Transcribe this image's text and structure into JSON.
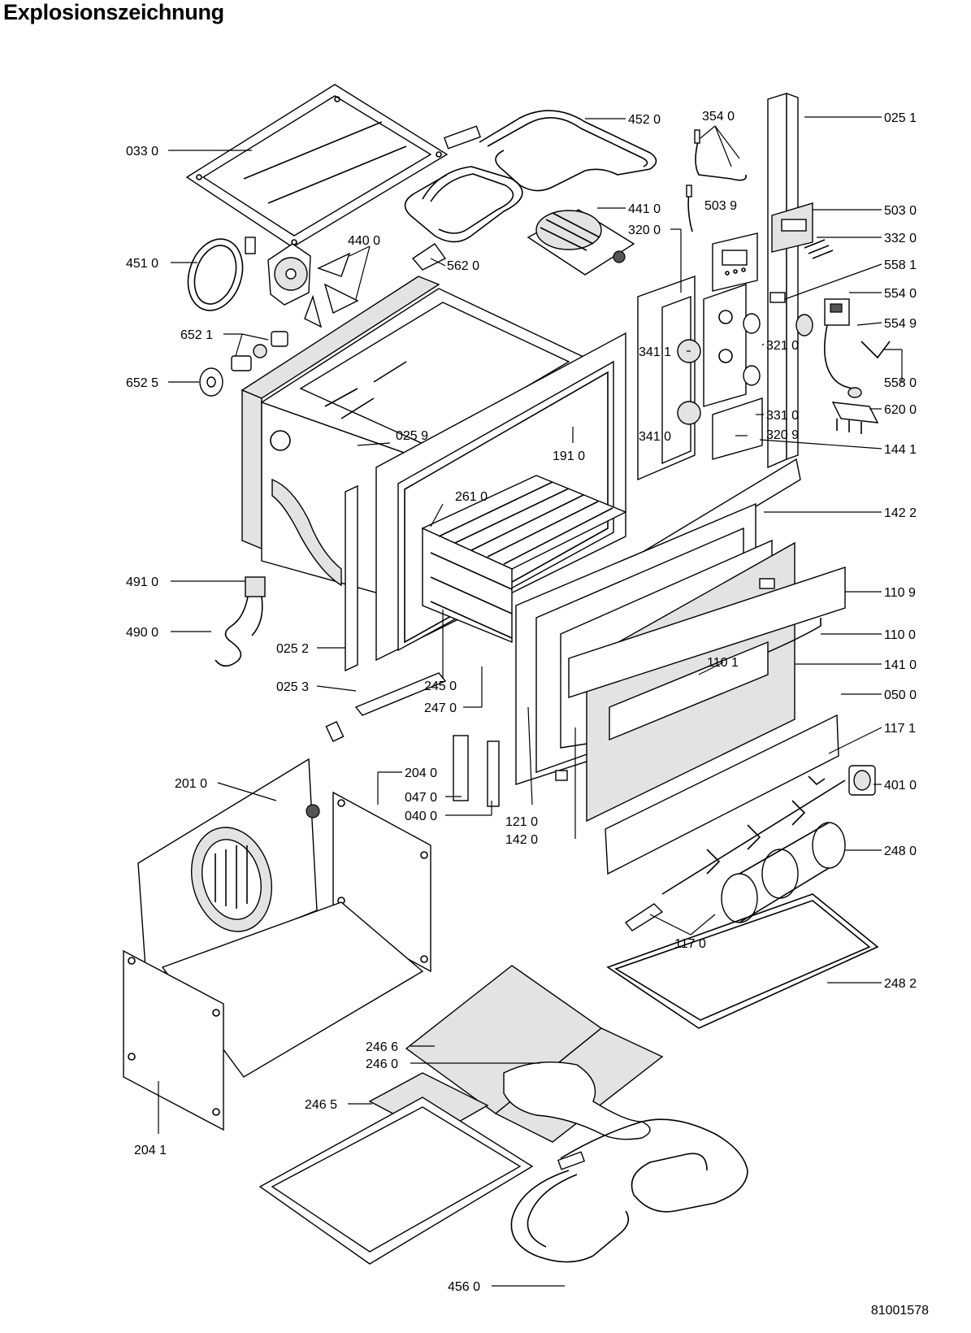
{
  "title": "Explosionszeichnung",
  "document_number": "81001578",
  "part_labels": {
    "p0330": "033 0",
    "p4520": "452 0",
    "p3540": "354 0",
    "p0251": "025 1",
    "p4410": "441 0",
    "p5039": "503 9",
    "p5030": "503 0",
    "p3200": "320 0",
    "p3320": "332 0",
    "p4400": "440 0",
    "p4510": "451 0",
    "p5620": "562 0",
    "p5581": "558 1",
    "p5540": "554 0",
    "p6521": "652 1",
    "p5549": "554 9",
    "p3210": "321 0",
    "p3411": "341 1",
    "p5580": "558 0",
    "p6525": "652 5",
    "p3310": "331 0",
    "p6200": "620 0",
    "p0259": "025 9",
    "p3410": "341 0",
    "p3209": "320 9",
    "p1910": "191 0",
    "p1441": "144 1",
    "p2610": "261 0",
    "p1422": "142 2",
    "p4910": "491 0",
    "p1109": "110 9",
    "p4900": "490 0",
    "p1100": "110 0",
    "p1101": "110 1",
    "p0252": "025 2",
    "p1410": "141 0",
    "p2450": "245 0",
    "p0253": "025 3",
    "p0500": "050 0",
    "p2470": "247 0",
    "p1171": "117 1",
    "p2010": "201 0",
    "p2040": "204 0",
    "p4010": "401 0",
    "p0470": "047 0",
    "p0400": "040 0",
    "p1210": "121 0",
    "p2480": "248 0",
    "p1420": "142 0",
    "p1170": "117 0",
    "p2482": "248 2",
    "p2466": "246 6",
    "p2460": "246 0",
    "p2465": "246 5",
    "p2041": "204 1",
    "p4560": "456 0"
  }
}
